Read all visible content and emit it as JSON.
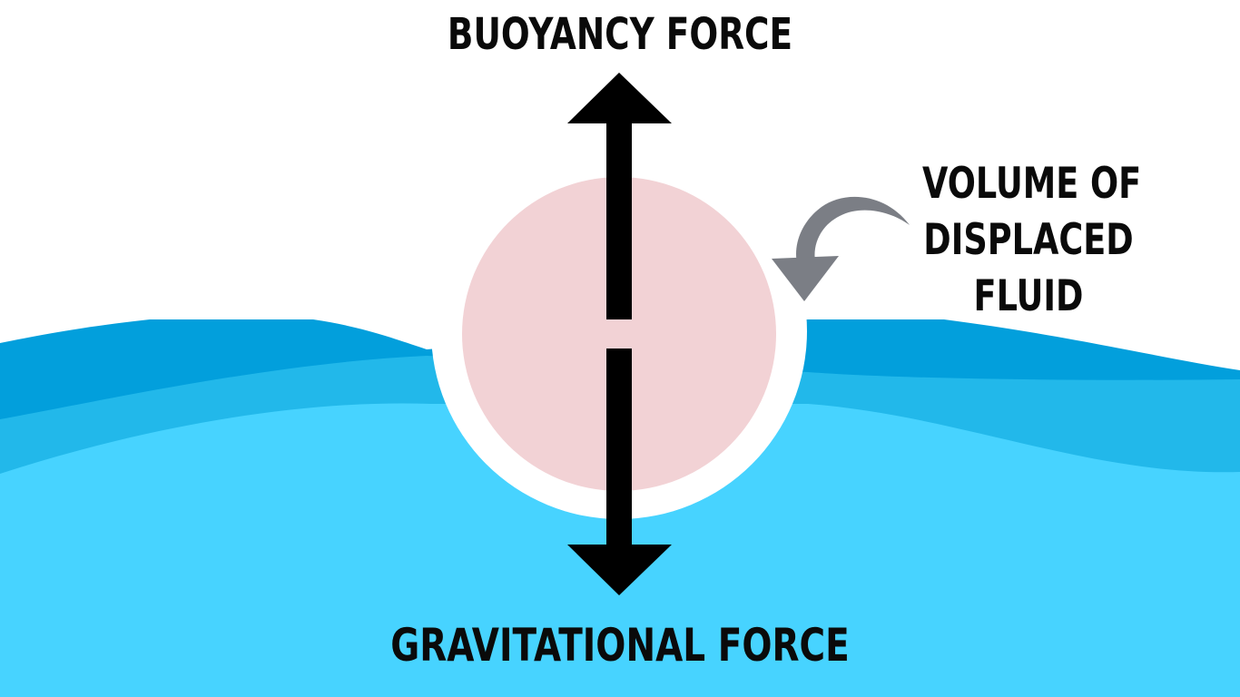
{
  "labels": {
    "top": "BUOYANCY FORCE",
    "bottom": "GRAVITATIONAL FORCE",
    "callout_lines": [
      "VOLUME OF",
      "DISPLACED",
      "FLUID"
    ]
  },
  "colors": {
    "background": "#ffffff",
    "water_back": "#029fdc",
    "water_mid": "#22b8ea",
    "water_front": "#47d3ff",
    "displaced_outline": "#ffffff",
    "object_fill": "#f2d2d5",
    "force_arrow": "#000000",
    "pointer_arrow": "#7b7e85",
    "text": "#0a0a0a"
  },
  "icons": {
    "object": "sphere-object",
    "up_arrow": "arrow-up-icon",
    "down_arrow": "arrow-down-icon",
    "pointer": "curved-arrow-icon"
  }
}
